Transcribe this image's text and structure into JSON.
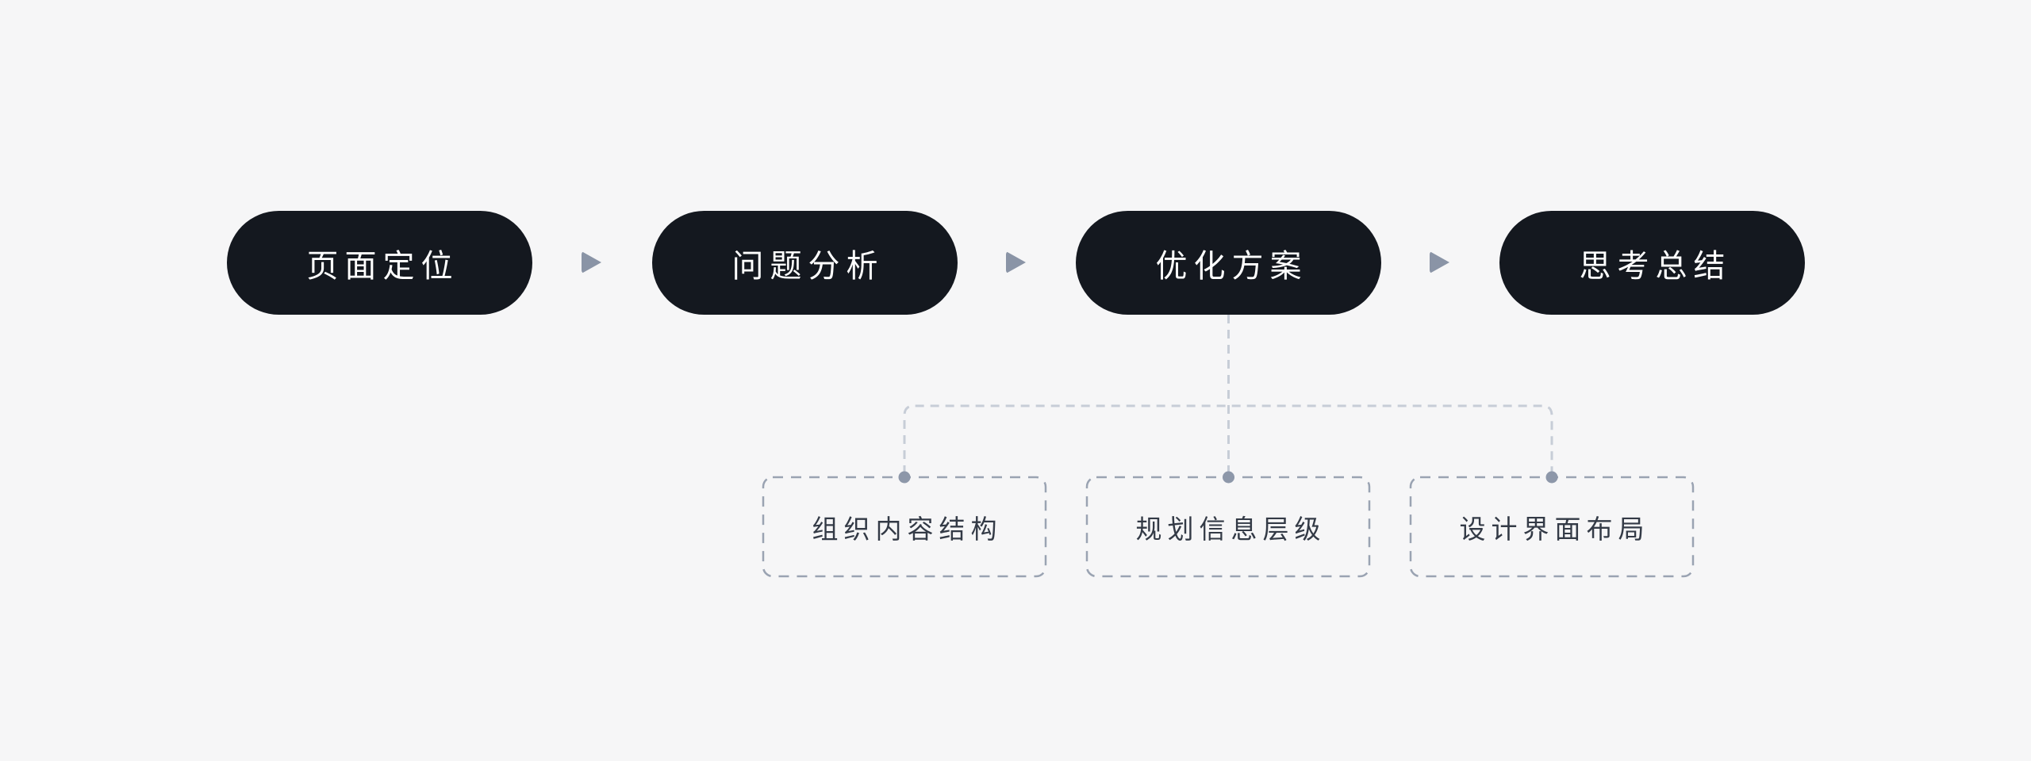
{
  "diagram": {
    "title": "design-process-flowchart",
    "stages": [
      {
        "label": "页面定位"
      },
      {
        "label": "问题分析"
      },
      {
        "label": "优化方案"
      },
      {
        "label": "思考总结"
      }
    ],
    "substeps": [
      {
        "label": "组织内容结构"
      },
      {
        "label": "规划信息层级"
      },
      {
        "label": "设计界面布局"
      }
    ],
    "icons": {
      "arrow": "play-triangle-right"
    },
    "colors": {
      "background": "#f6f6f7",
      "stage_fill": "#14181f",
      "stage_text": "#ffffff",
      "arrow": "#8a94a6",
      "connector_line": "#c7cdd7",
      "substep_border": "#9aa3b2",
      "substep_text": "#333a46",
      "junction_dot": "#8d97a9"
    }
  }
}
